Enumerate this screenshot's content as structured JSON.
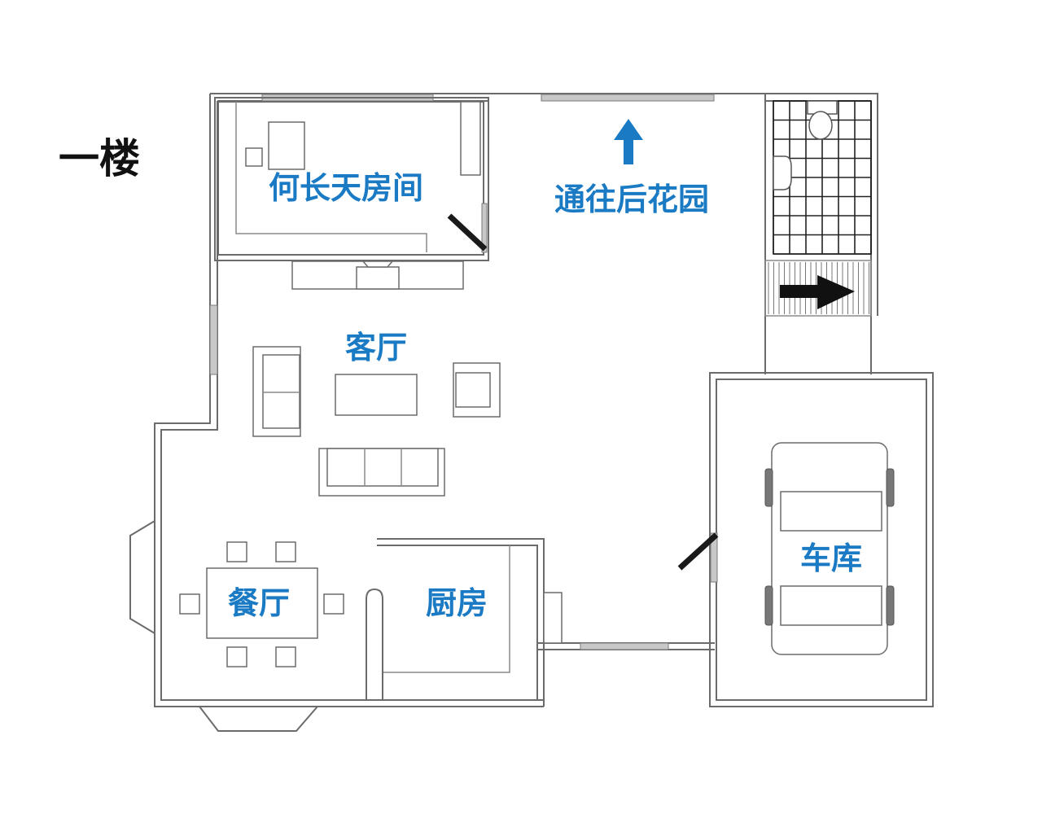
{
  "floor_title": "一楼",
  "label_color": "#1a7ac4",
  "rooms": {
    "bedroom": "何长天房间",
    "garden": "通往后花园",
    "living_room": "客厅",
    "dining_room": "餐厅",
    "kitchen": "厨房",
    "garage": "车库"
  },
  "icons": {
    "garden_arrow": "arrow-up-icon",
    "stairs_arrow": "arrow-right-icon"
  }
}
